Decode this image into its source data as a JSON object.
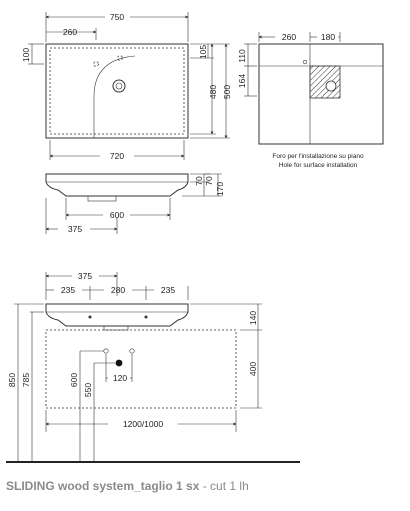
{
  "top_view": {
    "width": "750",
    "hole_offset": "260",
    "left_depth": "100",
    "right_top": "105",
    "depth_1": "480",
    "depth_2": "500",
    "bottom_width": "720"
  },
  "hole_detail": {
    "offset": "260",
    "spacing": "180",
    "top": "110",
    "depth": "164",
    "note_it": "Foro per l'installazione su piano",
    "note_en": "Hole for surface installation"
  },
  "front_view": {
    "h1": "70",
    "h2": "70",
    "total_h": "170",
    "inner_w": "600",
    "half_w": "375"
  },
  "elevation": {
    "half": "375",
    "seg_left": "235",
    "seg_mid": "280",
    "seg_right": "235",
    "top_h": "140",
    "cabinet_h": "400",
    "width": "1200/1000",
    "height_850": "850",
    "height_785": "785",
    "pipe_600": "600",
    "pipe_550": "550",
    "pipe_spacing": "120"
  },
  "caption": {
    "bold": "SLIDING wood system_taglio 1 sx",
    "rest": " - cut 1 lh"
  }
}
